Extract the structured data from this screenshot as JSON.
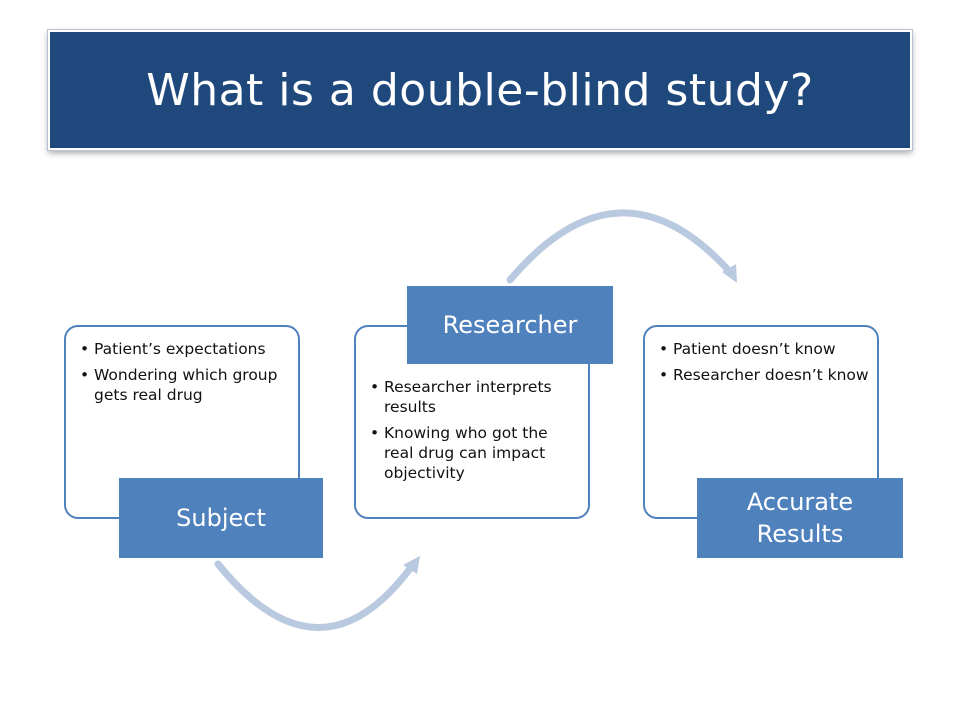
{
  "slide": {
    "title": "What is a double-blind study?"
  },
  "steps": [
    {
      "label": "Subject",
      "bullets": [
        "Patient’s expectations",
        "Wondering which group gets real drug"
      ]
    },
    {
      "label": "Researcher",
      "bullets": [
        "Researcher interprets results",
        "Knowing who got the real drug can impact objectivity"
      ]
    },
    {
      "label": "Accurate Results",
      "bullets": [
        "Patient doesn’t know",
        "Researcher doesn’t know"
      ]
    }
  ],
  "colors": {
    "title_bg": "#1f497d",
    "accent": "#4f81bd",
    "connector": "#b9c9e0"
  },
  "icons": {
    "connector": "curved-arrow-icon"
  }
}
